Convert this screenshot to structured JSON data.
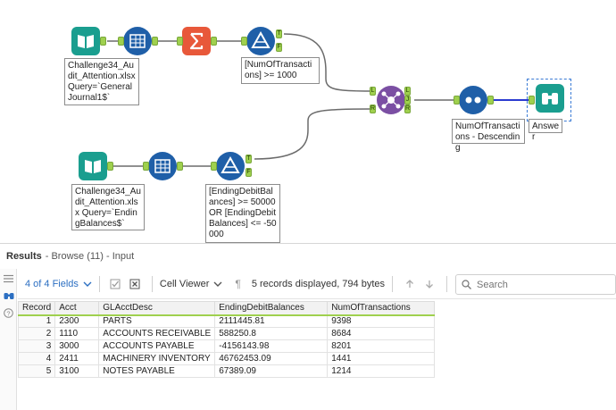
{
  "workflow": {
    "input1": {
      "label": "Challenge34_Audit_Attention.xlsx Query=`GeneralJournal1$`"
    },
    "input2": {
      "label": "Challenge34_Audit_Attention.xlsx Query=`EndingBalances$`"
    },
    "filter1": {
      "label": "[NumOfTransactions] >= 1000"
    },
    "filter2": {
      "label": "[EndingDebitBalances] >= 50000 OR [EndingDebitBalances] <= -50000"
    },
    "sort": {
      "label": "NumOfTransactions - Descending"
    },
    "browse": {
      "label": "Answer"
    },
    "anchors": {
      "true": "T",
      "false": "F",
      "left": "L",
      "right": "R",
      "join": "J"
    }
  },
  "results": {
    "title": "Results",
    "subtitle": "- Browse (11) - Input",
    "fields_label": "4 of 4 Fields",
    "viewer_label": "Cell Viewer",
    "records_info": "5 records displayed, 794 bytes",
    "search_placeholder": "Search",
    "columns": [
      "Record",
      "Acct",
      "GLAcctDesc",
      "EndingDebitBalances",
      "NumOfTransactions"
    ],
    "rows": [
      {
        "record": "1",
        "acct": "2300",
        "desc": "PARTS",
        "balance": "2111445.81",
        "count": "9398"
      },
      {
        "record": "2",
        "acct": "1110",
        "desc": "ACCOUNTS RECEIVABLE",
        "balance": "588250.8",
        "count": "8684"
      },
      {
        "record": "3",
        "acct": "3000",
        "desc": "ACCOUNTS PAYABLE",
        "balance": "-4156143.98",
        "count": "8201"
      },
      {
        "record": "4",
        "acct": "2411",
        "desc": "MACHINERY INVENTORY",
        "balance": "46762453.09",
        "count": "1441"
      },
      {
        "record": "5",
        "acct": "3100",
        "desc": "NOTES PAYABLE",
        "balance": "67389.09",
        "count": "1214"
      }
    ]
  },
  "colors": {
    "input": "#1a9e8f",
    "select": "#1f5fa8",
    "summarize": "#e8583a",
    "filter": "#1f5fa8",
    "join": "#7b4fa3",
    "sort": "#1f5fa8",
    "browse": "#1a9e8f",
    "anchor": "#9fd04e",
    "accent": "#2c6fc2"
  }
}
